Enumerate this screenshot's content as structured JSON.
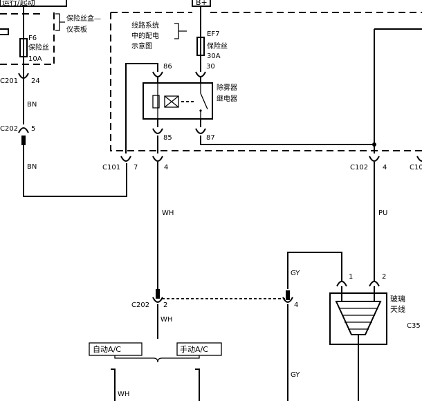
{
  "header": {
    "run_start": "运行/起动",
    "bplus": "B+"
  },
  "fuse_box": {
    "label_line1": "保险丝盒—",
    "label_line2": "仪表板",
    "fuse_id": "F6",
    "fuse_word": "保险丝",
    "fuse_rating": "10A"
  },
  "power_dist": {
    "ref_line1": "线路系统",
    "ref_line2": "中的配电",
    "ref_line3": "示意图",
    "fuse_id": "EF7",
    "fuse_word": "保险丝",
    "fuse_rating": "30A"
  },
  "relay": {
    "name_line1": "除雾器",
    "name_line2": "继电器",
    "pin_86": "86",
    "pin_30": "30",
    "pin_85": "85",
    "pin_87": "87"
  },
  "connectors": {
    "c201": "C201",
    "c201_pin": "24",
    "c202_top": "C202",
    "c202_top_pin": "5",
    "c101": "C101",
    "c101_pin_a": "7",
    "c101_pin_b": "4",
    "c102": "C102",
    "c102_pin": "4",
    "c10_partial": "C10",
    "c202_mid": "C202",
    "c202_mid_pin": "2",
    "c202_mid_pin_b": "4",
    "antenna_pin1": "1",
    "antenna_pin2": "2",
    "c35": "C35"
  },
  "wires": {
    "bn_1": "BN",
    "bn_2": "BN",
    "wh_1": "WH",
    "wh_2": "WH",
    "wh_3": "WH",
    "pu": "PU",
    "gy_1": "GY",
    "gy_2": "GY"
  },
  "options": {
    "auto_ac": "自动A/C",
    "manual_ac": "手动A/C"
  },
  "antenna": {
    "name_line1": "玻璃",
    "name_line2": "天线"
  }
}
